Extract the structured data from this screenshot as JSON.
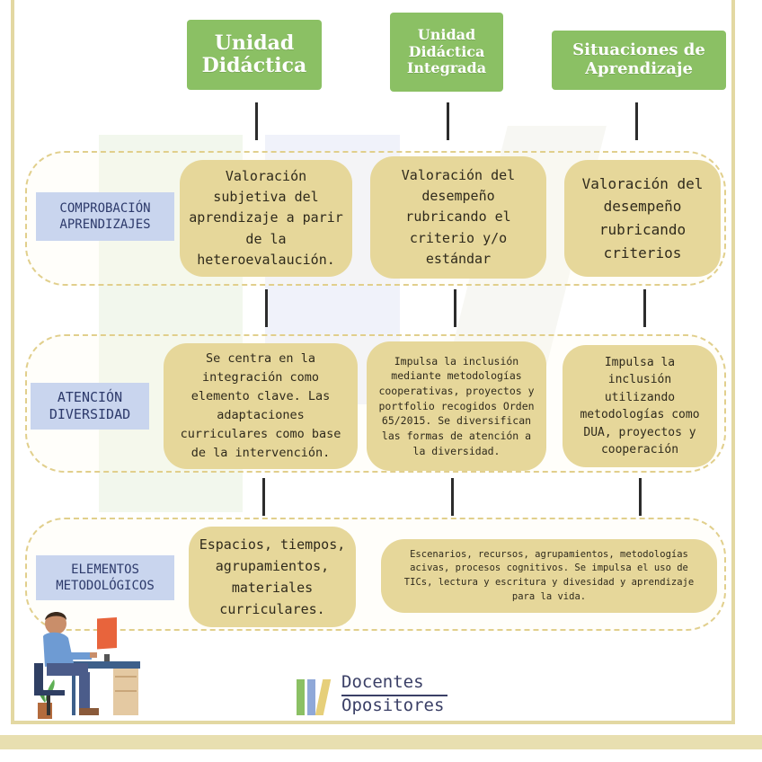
{
  "headers": {
    "unidad_didactica": "Unidad Didáctica",
    "unidad_integrada": "Unidad Didáctica Integrada",
    "situaciones": "Situaciones de Aprendizaje"
  },
  "rows": {
    "comprobacion": {
      "label": "COMPROBACIÓN APRENDIZAJES",
      "col1": "Valoración subjetiva del aprendizaje a parir de la heteroevalaución.",
      "col2": "Valoración del desempeño rubricando el criterio y/o estándar",
      "col3": "Valoración del desempeño rubricando criterios"
    },
    "atencion": {
      "label": "ATENCIÓN DIVERSIDAD",
      "col1": "Se centra en la integración como elemento clave. Las adaptaciones curriculares como base de la intervención.",
      "col2": "Impulsa la inclusión mediante metodologías cooperativas, proyectos y portfolio recogidos Orden 65/2015. Se diversifican las formas de atención a la diversidad.",
      "col3": "Impulsa la inclusión utilizando metodologías como DUA, proyectos y cooperación"
    },
    "elementos": {
      "label": "ELEMENTOS METODOLÓGICOS",
      "col1": "Espacios, tiempos, agrupamientos, materiales curriculares.",
      "col23": "Escenarios, recursos, agrupamientos, metodologías acivas, procesos cognitivos. Se impulsa el uso de TICs, lectura y escritura y divesidad y aprendizaje para la vida."
    }
  },
  "logo": {
    "line1": "Docentes",
    "line2": "Opositores"
  },
  "colors": {
    "header_green": "#8bc064",
    "label_blue": "#c9d5ee",
    "box_gold": "#e6d79a",
    "dashed_border": "#e1cf8c"
  }
}
